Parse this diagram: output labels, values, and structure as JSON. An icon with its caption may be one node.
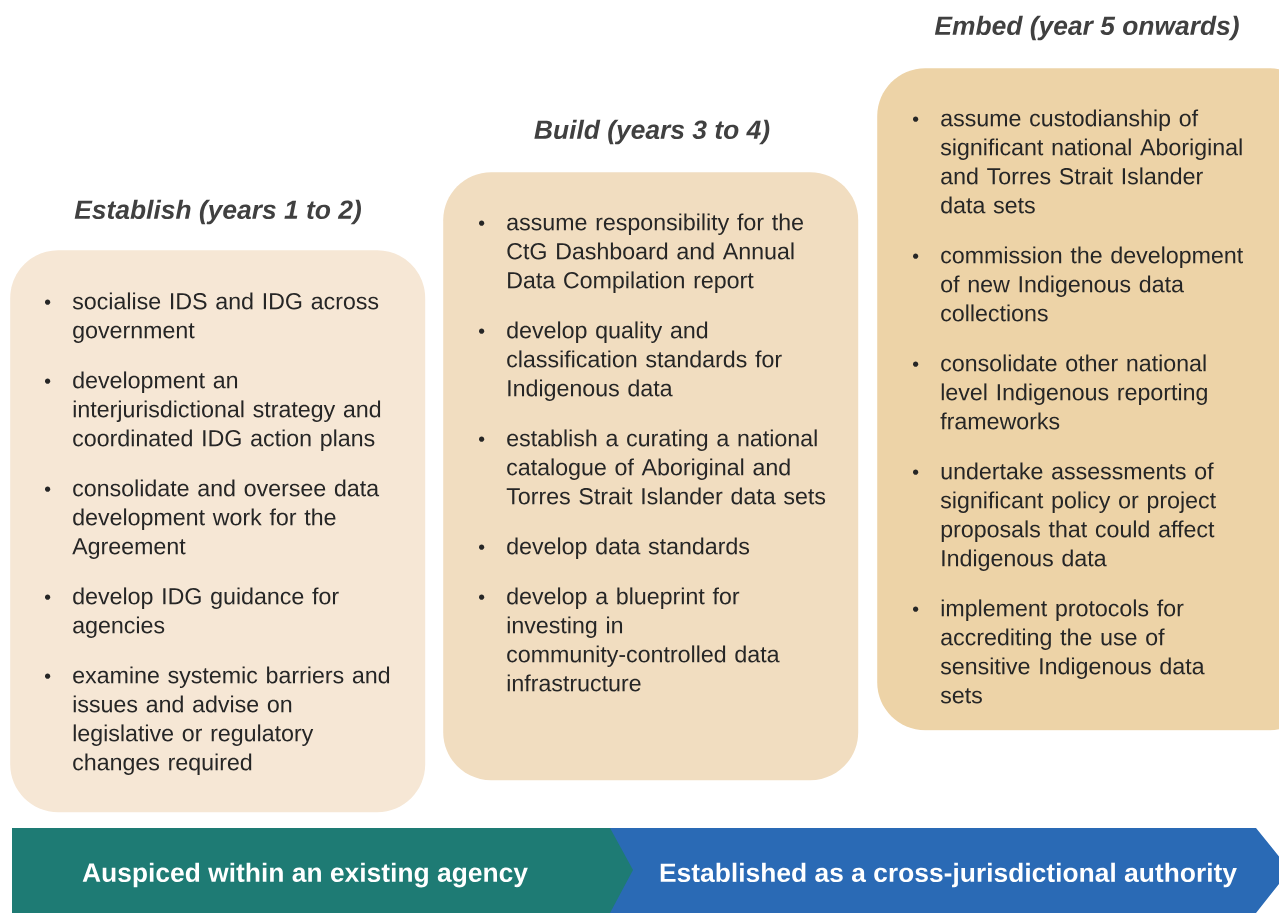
{
  "diagram": {
    "nodes": [
      {
        "text": [
          "Establish (years 1 to 2)",
          "socialise IDS and IDG across government",
          "development an interjurisdictional strategy and coordinated IDG action plans",
          "consolidate and oversee data development work for the Agreement",
          "develop IDG guidance for agencies",
          "examine systemic barriers and issues and advise on legislative or regulatory changes required"
        ]
      },
      {
        "text": [
          "Build (years 3 to 4)",
          "assume responsibility for the CtG Dashboard and Annual Data Compilation report",
          "develop quality and classification standards for Indigenous data",
          "establish a curating a national catalogue of Aboriginal and Torres Strait Islander data sets",
          "develop data standards",
          "develop a blueprint for investing in community-controlled data infrastructure"
        ]
      },
      {
        "text": [
          "Embed (year 5 onwards)",
          "assume custodianship of significant national Aboriginal and Torres Strait Islander data sets",
          "commission the development of new Indigenous data collections",
          "consolidate other national level Indigenous reporting frameworks",
          "undertake assessments of significant policy or project proposals that could affect Indigenous data",
          "implement protocols for accrediting the use of sensitive Indigenous data sets"
        ]
      },
      {
        "text": [
          "Auspiced within an existing agency"
        ]
      },
      {
        "text": [
          "Established as a cross-jurisdictional authority"
        ]
      }
    ]
  }
}
